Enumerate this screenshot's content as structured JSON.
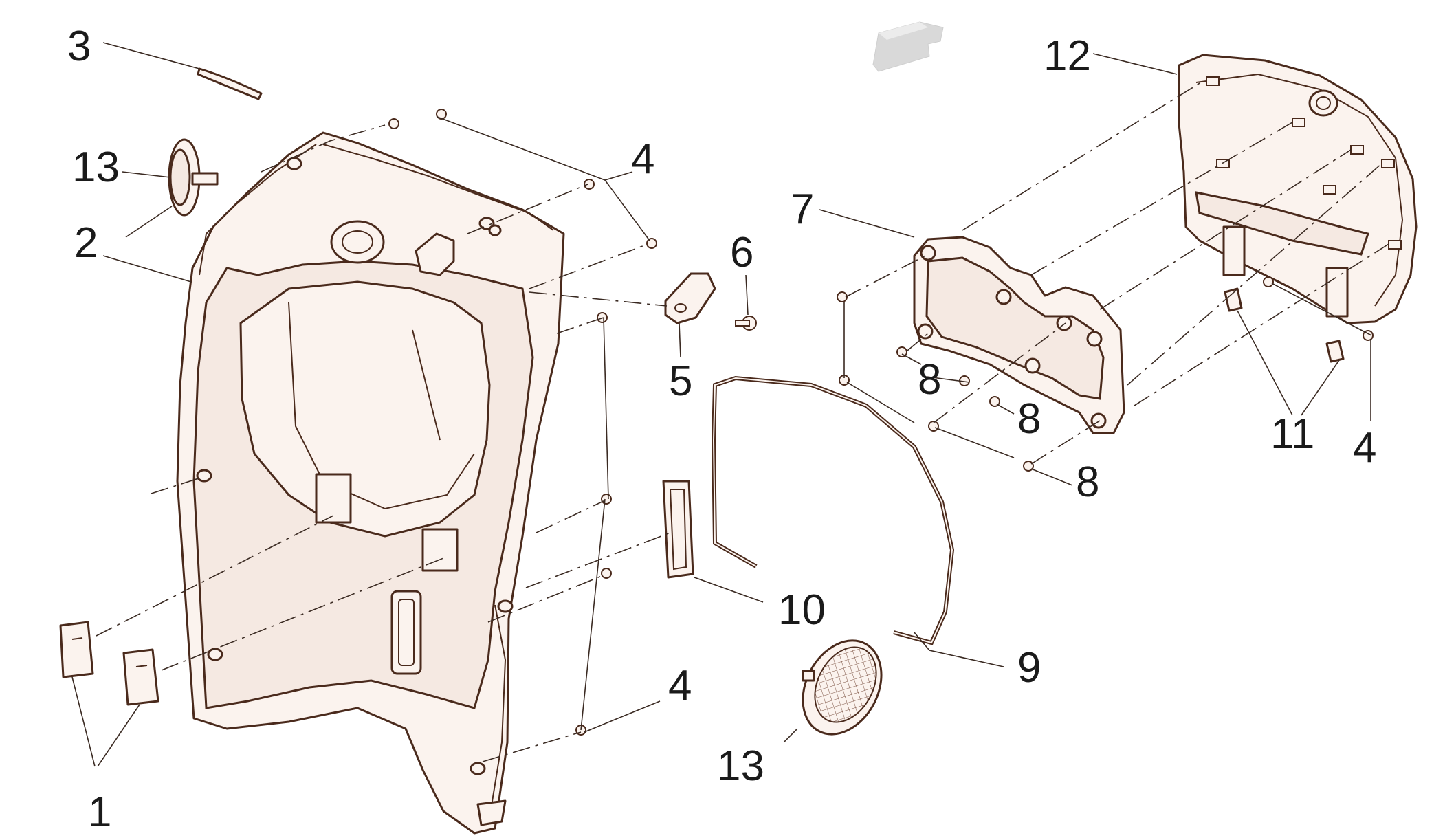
{
  "callouts": [
    {
      "id": "c3",
      "text": "3"
    },
    {
      "id": "c13a",
      "text": "13"
    },
    {
      "id": "c2",
      "text": "2"
    },
    {
      "id": "c4a",
      "text": "4"
    },
    {
      "id": "c6",
      "text": "6"
    },
    {
      "id": "c5",
      "text": "5"
    },
    {
      "id": "c7",
      "text": "7"
    },
    {
      "id": "c12",
      "text": "12"
    },
    {
      "id": "c8a",
      "text": "8"
    },
    {
      "id": "c8b",
      "text": "8"
    },
    {
      "id": "c8c",
      "text": "8"
    },
    {
      "id": "c11",
      "text": "11"
    },
    {
      "id": "c4b",
      "text": "4"
    },
    {
      "id": "c10",
      "text": "10"
    },
    {
      "id": "c9",
      "text": "9"
    },
    {
      "id": "c4c",
      "text": "4"
    },
    {
      "id": "c13b",
      "text": "13"
    },
    {
      "id": "c1",
      "text": "1"
    }
  ],
  "colors": {
    "outline": "#4a2a1c",
    "part_fill": "#fbf3ee",
    "background": "#ffffff"
  },
  "icons": {
    "direction_arrow": "front-direction-arrow-icon"
  }
}
